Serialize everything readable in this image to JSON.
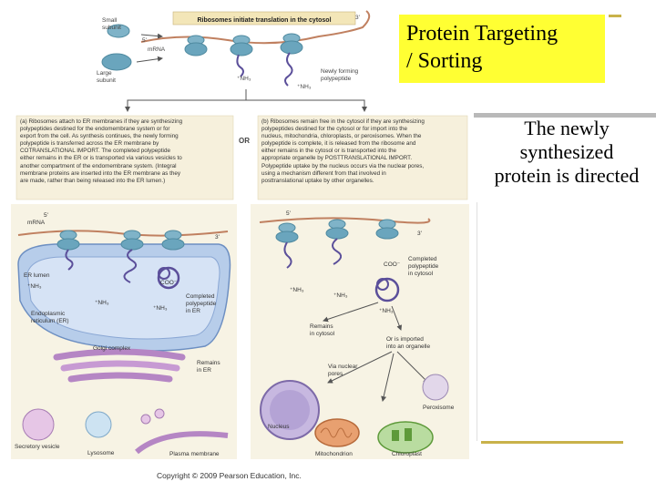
{
  "slide": {
    "title_line1": "Protein Targeting",
    "title_line2": "/ Sorting",
    "side_line1": "The newly",
    "side_line2": "synthesized",
    "side_line3": "protein is directed",
    "copyright": "Copyright © 2009 Pearson Education, Inc."
  },
  "figure": {
    "top_banner": "Ribosomes initiate translation in the cytosol",
    "top_labels": {
      "small_subunit_1": "Small",
      "small_subunit_2": "subunit",
      "mrna": "mRNA",
      "five_prime": "5'",
      "three_prime": "3'",
      "large_subunit_1": "Large",
      "large_subunit_2": "subunit",
      "nh3_a": "⁺NH₃",
      "nh3_b": "⁺NH₃",
      "newly_forming_1": "Newly forming",
      "newly_forming_2": "polypeptide"
    },
    "or_label": "OR",
    "panel_a": {
      "heading": "(a) Ribosomes attach to ER membranes",
      "lines": [
        "(a) Ribosomes attach to ER membranes if they are synthesizing",
        "polypeptides destined for the endomembrane system or for",
        "export from the cell. As synthesis continues, the newly forming",
        "polypeptide is transferred across the ER membrane by",
        "COTRANSLATIONAL IMPORT. The completed polypeptide",
        "either remains in the ER or is transported via various vesicles to",
        "another compartment of the endomembrane system. (Integral",
        "membrane proteins are inserted into the ER membrane as they",
        "are made, rather than being released into the ER lumen.)"
      ]
    },
    "panel_b": {
      "heading": "(b) Ribosomes remain free in the cytosol",
      "lines": [
        "(b) Ribosomes remain free in the cytosol if they are synthesizing",
        "polypeptides destined for the cytosol or for import into the",
        "nucleus, mitochondria, chloroplasts, or peroxisomes. When the",
        "polypeptide is complete, it is released from the ribosome and",
        "either remains in the cytosol or is transported into the",
        "appropriate organelle by POSTTRANSLATIONAL IMPORT.",
        "Polypeptide uptake by the nucleus occurs via the nuclear pores,",
        "using a mechanism different from that involved in",
        "posttranslational uptake by other organelles."
      ]
    },
    "lower_left": {
      "mrna": "mRNA",
      "five_prime": "5'",
      "three_prime": "3'",
      "er_lumen": "ER lumen",
      "nh3_1": "⁺NH₃",
      "nh3_2": "⁺NH₃",
      "nh3_3": "⁺NH₃",
      "coo": "COO⁻",
      "completed_1": "Completed",
      "completed_2": "polypeptide",
      "completed_3": "in ER",
      "er_1": "Endoplasmic",
      "er_2": "reticulum (ER)",
      "golgi": "Golgi complex",
      "remains_er_1": "Remains",
      "remains_er_2": "in ER",
      "secretory": "Secretory vesicle",
      "lysosome": "Lysosome",
      "plasma": "Plasma membrane"
    },
    "lower_right": {
      "five_prime": "5'",
      "three_prime": "3'",
      "coo": "COO⁻",
      "nh3_1": "⁺NH₃",
      "nh3_2": "⁺NH₃",
      "nh3_3": "⁺NH₃",
      "completed_1": "Completed",
      "completed_2": "polypeptide",
      "completed_3": "in cytosol",
      "remains_1": "Remains",
      "remains_2": "in cytosol",
      "imported_1": "Or is imported",
      "imported_2": "into an organelle",
      "via_1": "Via nuclear",
      "via_2": "pores",
      "nucleus": "Nucleus",
      "mitochondrion": "Mitochondrion",
      "chloroplast": "Chloroplast",
      "peroxisome": "Peroxisome"
    }
  }
}
